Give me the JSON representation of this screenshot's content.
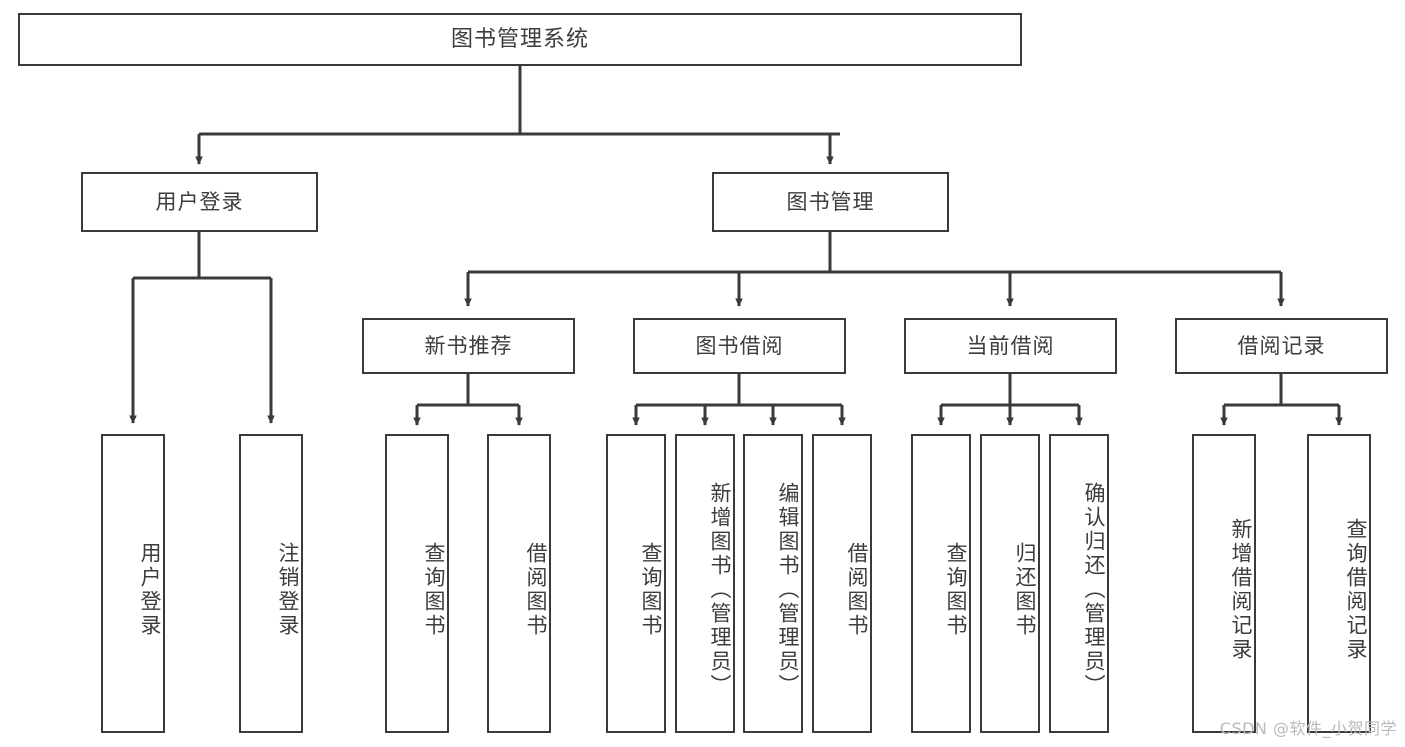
{
  "diagram": {
    "title": "图书管理系统",
    "type": "tree-hierarchy-diagram",
    "watermark": "CSDN @软件_小贺同学",
    "colors": {
      "box_border": "#3a3a3a",
      "box_fill": "#ffffff",
      "edge": "#3a3a3a",
      "text": "#3d3d3d",
      "watermark": "#b9b9b9",
      "background": "#ffffff"
    },
    "nodes": {
      "root": {
        "label": "图书管理系统"
      },
      "level1": [
        {
          "id": "user-login",
          "label": "用户登录"
        },
        {
          "id": "book-manage",
          "label": "图书管理"
        }
      ],
      "level2": [
        {
          "id": "new-book-recommend",
          "label": "新书推荐"
        },
        {
          "id": "book-borrow",
          "label": "图书借阅"
        },
        {
          "id": "current-borrow",
          "label": "当前借阅"
        },
        {
          "id": "borrow-record",
          "label": "借阅记录"
        }
      ],
      "leaves": {
        "user_login": [
          {
            "id": "leaf-user-login",
            "label": "用户登录"
          },
          {
            "id": "leaf-logout-login",
            "label": "注销登录"
          }
        ],
        "new_book_recommend": [
          {
            "id": "leaf-query-book-1",
            "label": "查询图书"
          },
          {
            "id": "leaf-borrow-book-1",
            "label": "借阅图书"
          }
        ],
        "book_borrow": [
          {
            "id": "leaf-query-book-2",
            "label": "查询图书"
          },
          {
            "id": "leaf-add-book",
            "label": "新增图书（管理员）"
          },
          {
            "id": "leaf-edit-book",
            "label": "编辑图书（管理员）"
          },
          {
            "id": "leaf-borrow-book-2",
            "label": "借阅图书"
          }
        ],
        "current_borrow": [
          {
            "id": "leaf-query-book-3",
            "label": "查询图书"
          },
          {
            "id": "leaf-return-book",
            "label": "归还图书"
          },
          {
            "id": "leaf-confirm-return",
            "label": "确认归还（管理员）"
          }
        ],
        "borrow_record": [
          {
            "id": "leaf-add-record",
            "label": "新增借阅记录"
          },
          {
            "id": "leaf-query-record",
            "label": "查询借阅记录"
          }
        ]
      }
    }
  }
}
